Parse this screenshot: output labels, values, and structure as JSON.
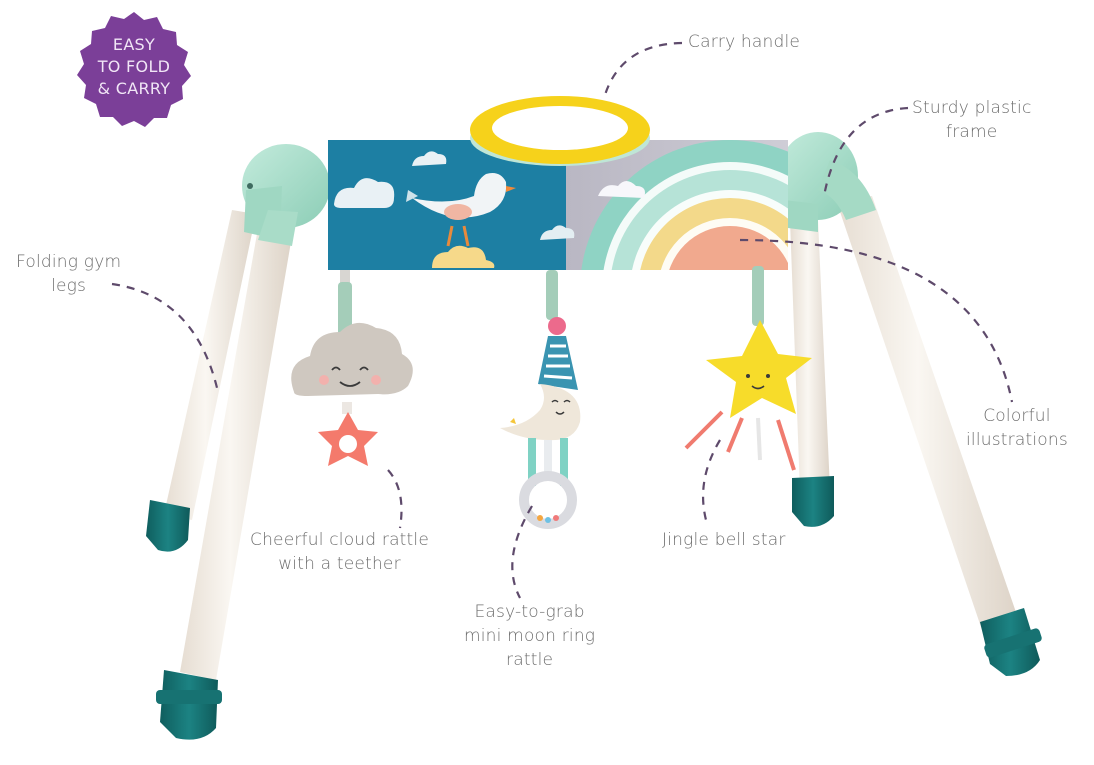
{
  "badge": {
    "lines": [
      "EASY",
      "TO FOLD",
      "& CARRY"
    ],
    "color": "#7b3f98"
  },
  "callouts": {
    "carry_handle": "Carry handle",
    "sturdy_frame": [
      "Sturdy plastic",
      "frame"
    ],
    "folding_legs": [
      "Folding gym",
      "legs"
    ],
    "colorful_illustrations": [
      "Colorful",
      "illustrations"
    ],
    "cloud_rattle": [
      "Cheerful cloud rattle",
      "with a teether"
    ],
    "moon_rattle": [
      "Easy-to-grab",
      "mini moon ring",
      "rattle"
    ],
    "bell_star": "Jingle bell star"
  },
  "colors": {
    "leader_line": "#5e4a6b",
    "label_text": "#6d6d6d",
    "frame_mint": "#a8dcc9",
    "leg_cream": "#f1ebe3",
    "foot_teal": "#16706f",
    "handle_yellow": "#f6d21b",
    "panel_blue": "#1d7fa3",
    "panel_grey": "#bfbcc6"
  }
}
